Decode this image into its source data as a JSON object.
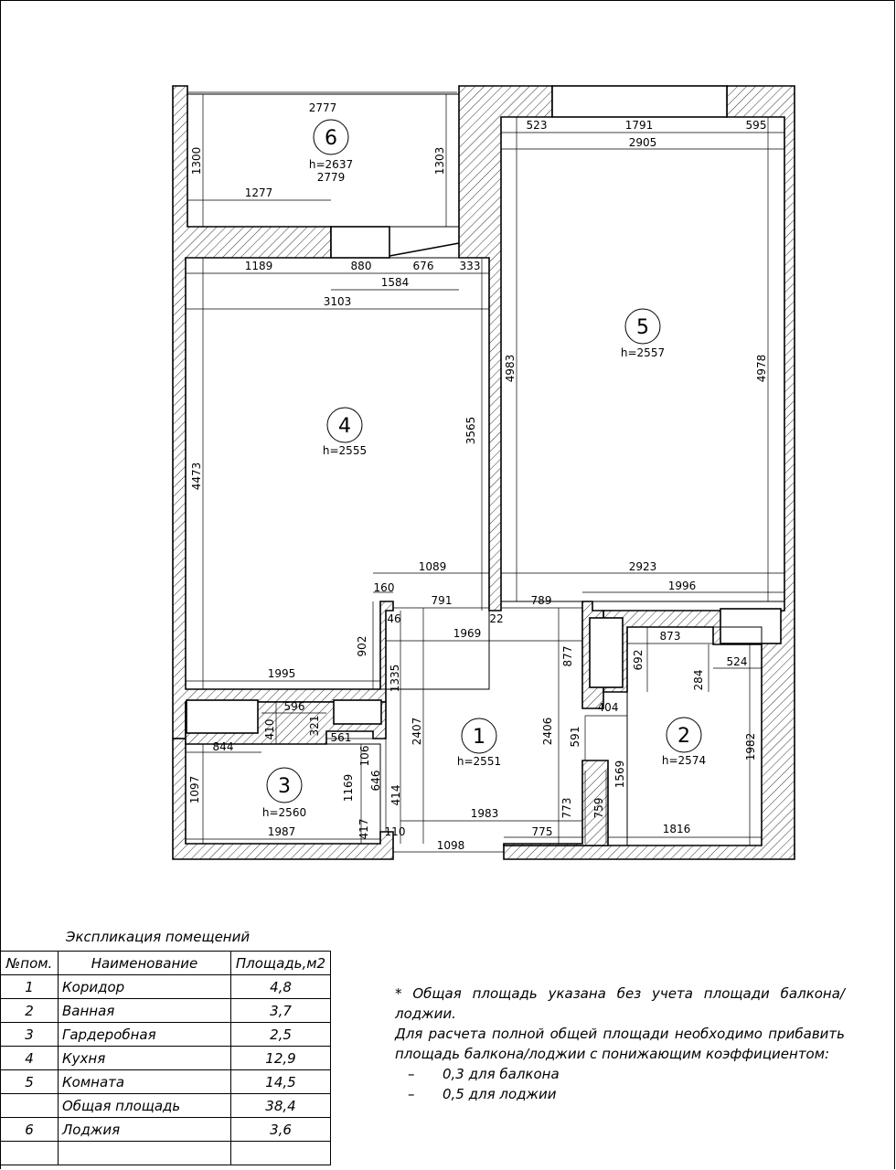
{
  "rooms": [
    {
      "num": "1",
      "h": "h=2551"
    },
    {
      "num": "2",
      "h": "h=2574"
    },
    {
      "num": "3",
      "h": "h=2560"
    },
    {
      "num": "4",
      "h": "h=2555"
    },
    {
      "num": "5",
      "h": "h=2557"
    },
    {
      "num": "6",
      "h": "h=2637"
    }
  ],
  "dimensions": {
    "d2777": "2777",
    "d2779": "2779",
    "d1300": "1300",
    "d1303": "1303",
    "d1277": "1277",
    "d523": "523",
    "d1791": "1791",
    "d595": "595",
    "d2905": "2905",
    "d1189": "1189",
    "d880": "880",
    "d676": "676",
    "d333": "333",
    "d1584": "1584",
    "d3103": "3103",
    "d4983": "4983",
    "d4978": "4978",
    "d3565": "3565",
    "d4473": "4473",
    "d1089": "1089",
    "d2923": "2923",
    "d160": "160",
    "d791": "791",
    "d789": "789",
    "d1996": "1996",
    "d22": "22",
    "d46": "46",
    "d1969": "1969",
    "d902": "902",
    "d1995": "1995",
    "d873": "873",
    "d877": "877",
    "d692": "692",
    "d524": "524",
    "d284": "284",
    "d404": "404",
    "d1335": "1335",
    "d596": "596",
    "d410": "410",
    "d321": "321",
    "d561": "561",
    "d844": "844",
    "d106": "106",
    "d646": "646",
    "d2407": "2407",
    "d2406": "2406",
    "d591": "591",
    "d1569": "1569",
    "d1982": "1982",
    "d1097": "1097",
    "d1169": "1169",
    "d414": "414",
    "d1983": "1983",
    "d773": "773",
    "d759": "759",
    "d1987": "1987",
    "d417": "417",
    "d110": "110",
    "d1098": "1098",
    "d775": "775",
    "d1816": "1816"
  },
  "explication": {
    "title": "Экспликация помещений",
    "headers": [
      "№пом.",
      "Наименование",
      "Площадь,м2"
    ],
    "rows": [
      {
        "num": "1",
        "name": "Коридор",
        "area": "4,8"
      },
      {
        "num": "2",
        "name": "Ванная",
        "area": "3,7"
      },
      {
        "num": "3",
        "name": "Гардеробная",
        "area": "2,5"
      },
      {
        "num": "4",
        "name": "Кухня",
        "area": "12,9"
      },
      {
        "num": "5",
        "name": "Комната",
        "area": "14,5"
      },
      {
        "num": "",
        "name": "Общая площадь",
        "area": "38,4"
      },
      {
        "num": "6",
        "name": "Лоджия",
        "area": "3,6"
      },
      {
        "num": "",
        "name": "",
        "area": ""
      }
    ]
  },
  "note": {
    "line1": "*   Общая площадь указана без учета площади балкона/лоджии.",
    "line2": "Для расчета полной общей площади необходимо прибавить площадь балкона/лоджии с понижающим коэффициентом:",
    "item1_dash": "–",
    "item1": "0,3 для балкона",
    "item2_dash": "–",
    "item2": "0,5 для лоджии"
  }
}
